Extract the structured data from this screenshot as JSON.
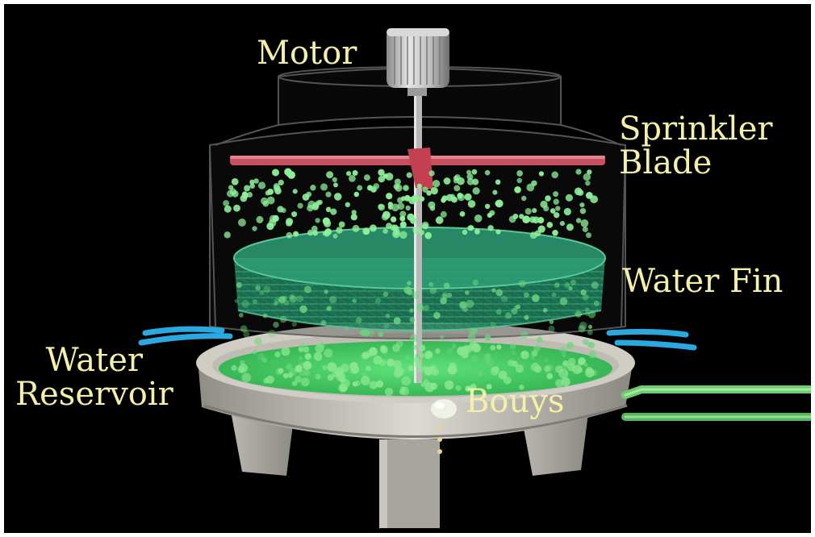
{
  "labels": {
    "motor": "Motor",
    "sprinkler_line1": "Sprinkler",
    "sprinkler_line2": "Blade",
    "water_fin": "Water Fin",
    "reservoir_line1": "Water",
    "reservoir_line2": "Reservoir",
    "bouys": "Bouys"
  },
  "colors": {
    "background": "#000000",
    "label": "#f4f0a8",
    "blade": "#c9505e",
    "water": "#4fd86a",
    "droplet": "#8ff09a",
    "fin": "#2e9e74",
    "inlet": "#2aa8e0",
    "pipe": "#5fbf64",
    "basin": "#d2d0c6"
  },
  "icons": [
    "motor-icon"
  ]
}
